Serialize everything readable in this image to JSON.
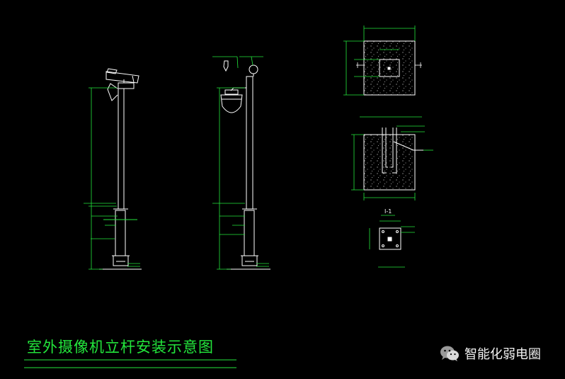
{
  "drawing": {
    "title": "室外摄像机立杆安装示意图",
    "watermark_text": "智能化弱电圈",
    "section_label": "I-1"
  },
  "colors": {
    "background": "#000000",
    "line": "#ffffff",
    "dimension": "#23e63c",
    "title": "#23e63c"
  }
}
